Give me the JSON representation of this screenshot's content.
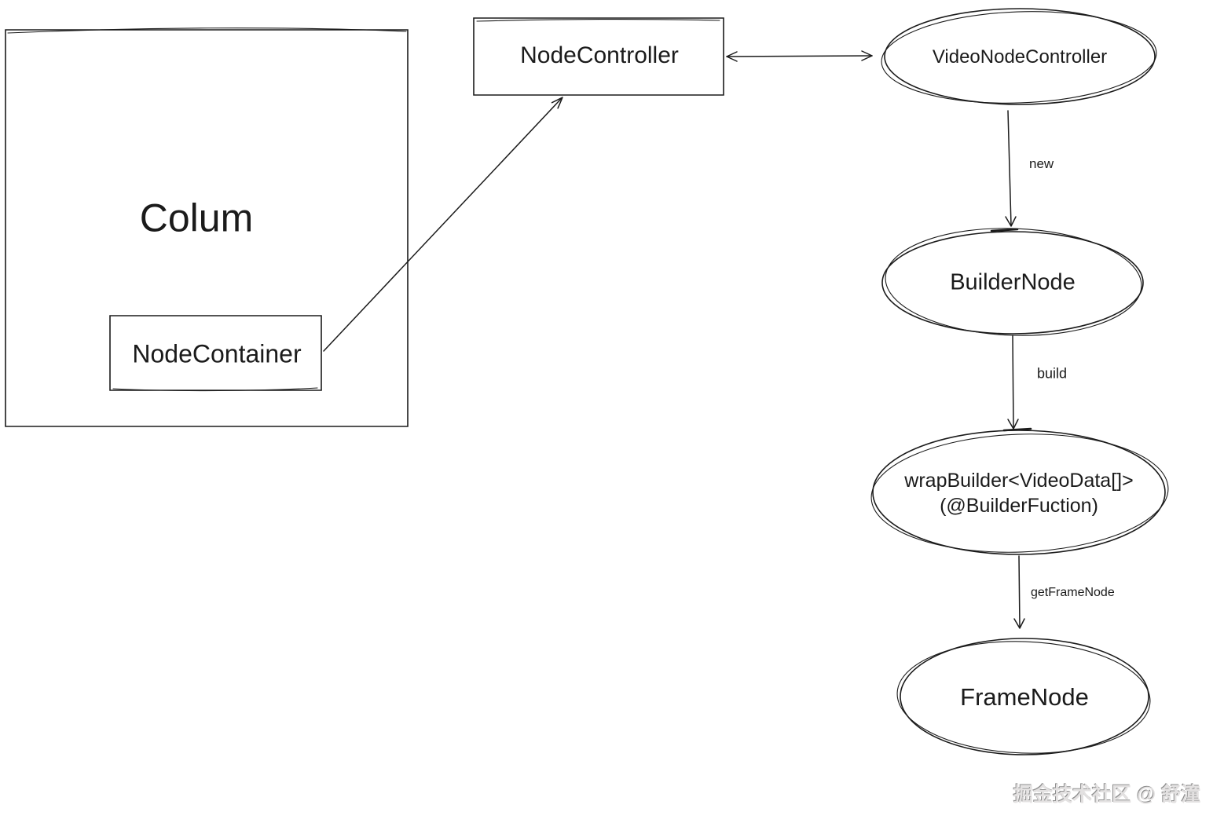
{
  "diagram": {
    "nodes": {
      "colum": {
        "label": "Colum"
      },
      "node_container": {
        "label": "NodeContainer"
      },
      "node_controller": {
        "label": "NodeController"
      },
      "video_node_controller": {
        "label": "VideoNodeController"
      },
      "builder_node": {
        "label": "BuilderNode"
      },
      "wrap_builder": {
        "line1": "wrapBuilder<VideoData[]>",
        "line2": "(@BuilderFuction)"
      },
      "frame_node": {
        "label": "FrameNode"
      }
    },
    "edge_labels": {
      "new": "new",
      "build": "build",
      "get_frame_node": "getFrameNode"
    }
  },
  "watermark": {
    "text": "掘金技术社区 @ 舒潼"
  },
  "colors": {
    "stroke": "#1b1b1b",
    "background": "#ffffff",
    "text": "#1b1b1b",
    "watermark_edge": "#8f8f8f"
  }
}
